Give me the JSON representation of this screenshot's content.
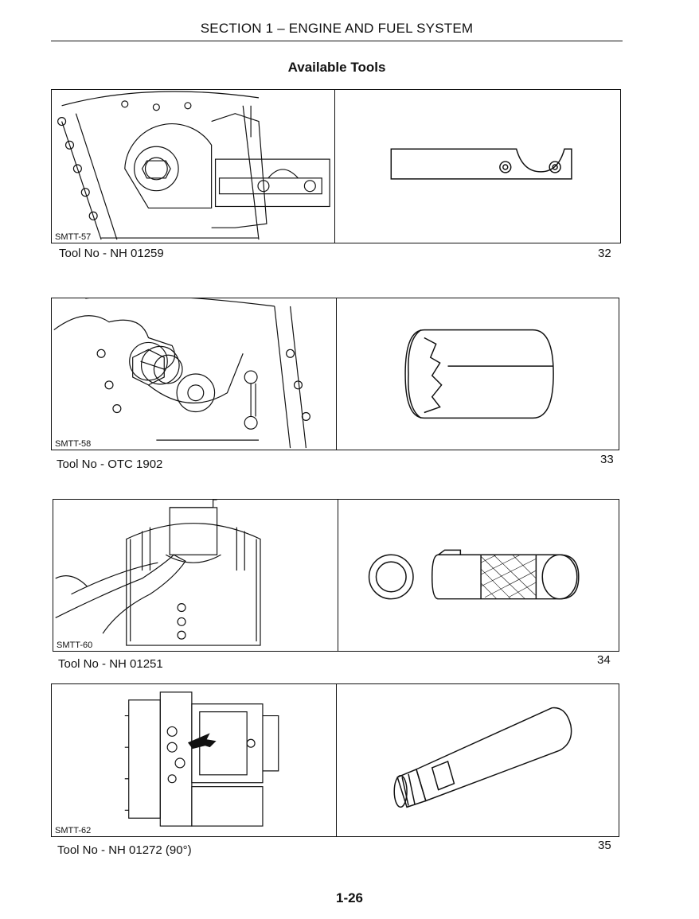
{
  "header": {
    "section": "SECTION 1 – ENGINE AND FUEL SYSTEM",
    "title": "Available Tools"
  },
  "tools": [
    {
      "photo_label": "SMTT-57",
      "tool_no": "Tool No - NH 01259",
      "figure": "32"
    },
    {
      "photo_label": "SMTT-58",
      "tool_no": "Tool No - OTC 1902",
      "figure": "33"
    },
    {
      "photo_label": "SMTT-60",
      "tool_no": "Tool No - NH 01251",
      "figure": "34"
    },
    {
      "photo_label": "SMTT-62",
      "tool_no": "Tool No - NH 01272 (90°)",
      "figure": "35"
    }
  ],
  "footer": {
    "page": "1-26"
  }
}
